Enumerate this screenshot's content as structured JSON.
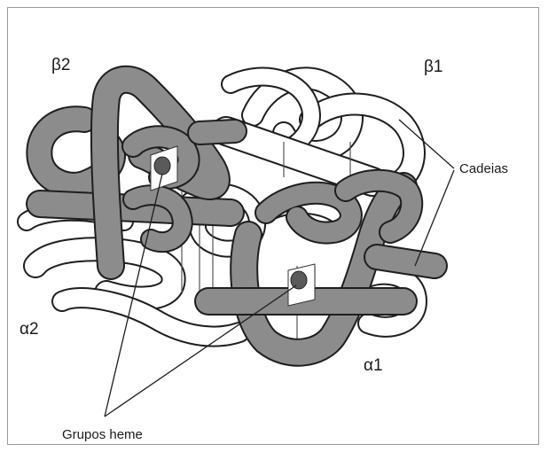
{
  "labels": {
    "beta2": "β2",
    "beta1": "β1",
    "alpha2": "α2",
    "alpha1": "α1",
    "cadeias": "Cadeias",
    "grupos_heme": "Grupos heme"
  },
  "colors": {
    "gray_ribbon": "#8c8c8c",
    "white_ribbon": "#ffffff",
    "outline": "#1e1e1e",
    "heme": "#5a5a5a"
  }
}
